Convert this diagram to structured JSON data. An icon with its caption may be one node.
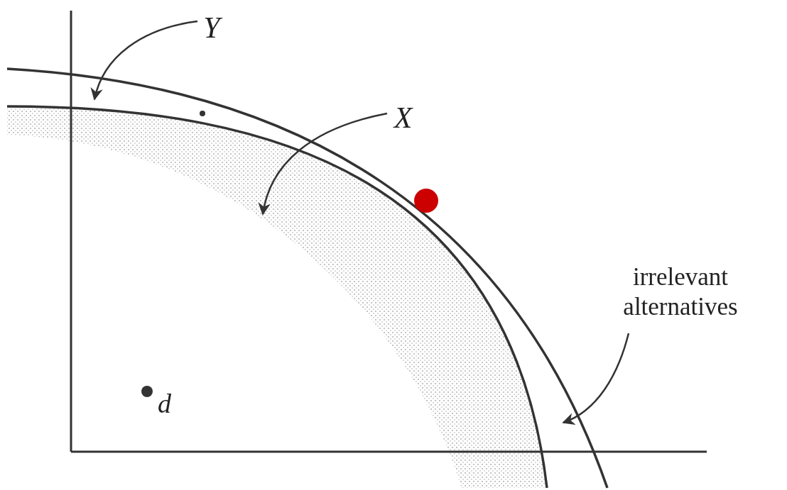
{
  "diagram": {
    "nodes": [
      {
        "text": [
          "Y"
        ]
      },
      {
        "text": [
          "X"
        ]
      },
      {
        "text": [
          "irrelevant alternatives"
        ]
      }
    ],
    "edges": [
      {
        "from": 0,
        "to": null,
        "arrow": "to"
      },
      {
        "from": 1,
        "to": null,
        "arrow": "to"
      },
      {
        "from": 2,
        "to": null,
        "arrow": "to"
      }
    ],
    "labels": [
      "d"
    ]
  }
}
